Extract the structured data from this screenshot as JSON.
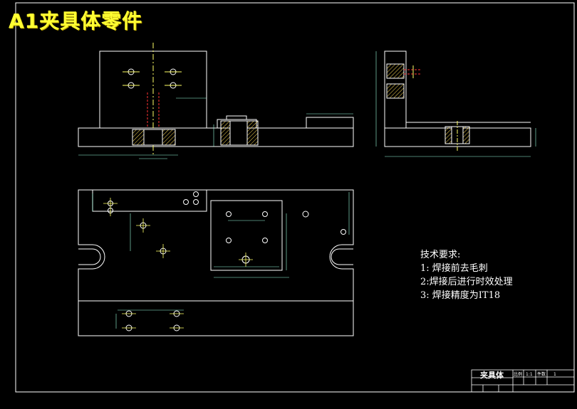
{
  "overlay_title": "A1夹具体零件",
  "technical_requirements": {
    "heading": "技术要求:",
    "items": [
      "1: 焊接前去毛刺",
      "2:焊接后进行时效处理",
      "3: 焊接精度为IT18"
    ]
  },
  "title_block": {
    "part_name": "夹具体",
    "scale_label": "比例",
    "scale_value": "1:1",
    "qty_label": "件数",
    "qty_value": "1"
  },
  "colors": {
    "background": "#000000",
    "outline": "#ffffff",
    "hidden_line": "#ff3333",
    "center_line": "#ffff66",
    "hatch": "#ffdd55",
    "title": "#ffff33"
  }
}
